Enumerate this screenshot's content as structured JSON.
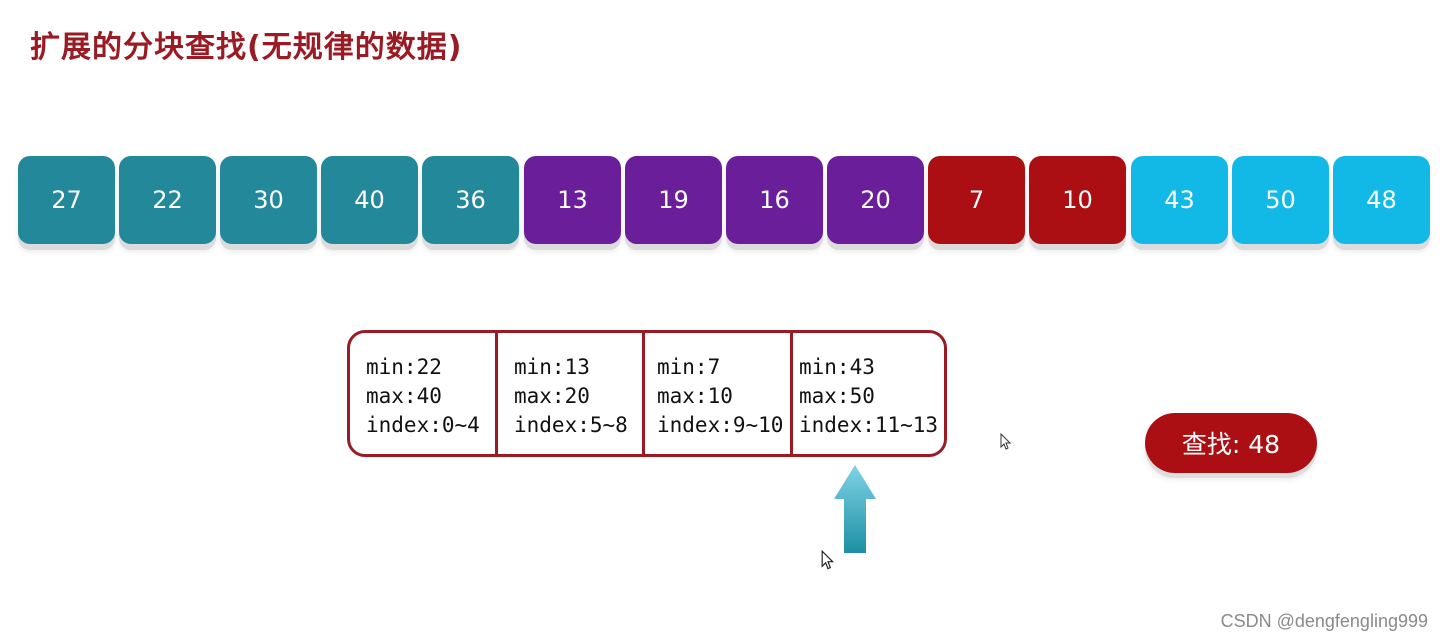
{
  "title": "扩展的分块查找(无规律的数据)",
  "colors": {
    "teal": "#23889a",
    "purple": "#6a1e9a",
    "red": "#ac0f13",
    "cyan": "#12b9e6",
    "border": "#9b1b24",
    "arrow_top": "#7fd3e6",
    "arrow_bottom": "#1d8fa4"
  },
  "array": [
    {
      "value": "27",
      "group": "teal"
    },
    {
      "value": "22",
      "group": "teal"
    },
    {
      "value": "30",
      "group": "teal"
    },
    {
      "value": "40",
      "group": "teal"
    },
    {
      "value": "36",
      "group": "teal"
    },
    {
      "value": "13",
      "group": "purple"
    },
    {
      "value": "19",
      "group": "purple"
    },
    {
      "value": "16",
      "group": "purple"
    },
    {
      "value": "20",
      "group": "purple"
    },
    {
      "value": "7",
      "group": "red"
    },
    {
      "value": "10",
      "group": "red"
    },
    {
      "value": "43",
      "group": "cyan"
    },
    {
      "value": "50",
      "group": "cyan"
    },
    {
      "value": "48",
      "group": "cyan"
    }
  ],
  "blocks": [
    {
      "min": "min:22",
      "max": "max:40",
      "index": "index:0~4"
    },
    {
      "min": "min:13",
      "max": "max:20",
      "index": "index:5~8"
    },
    {
      "min": "min:7",
      "max": "max:10",
      "index": "index:9~10"
    },
    {
      "min": "min:43",
      "max": "max:50",
      "index": "index:11~13"
    }
  ],
  "search_label": "查找: 48",
  "pointer_icon": "up-arrow-icon",
  "cursor_icon": "mouse-pointer-icon",
  "watermark": "CSDN @dengfengling999"
}
